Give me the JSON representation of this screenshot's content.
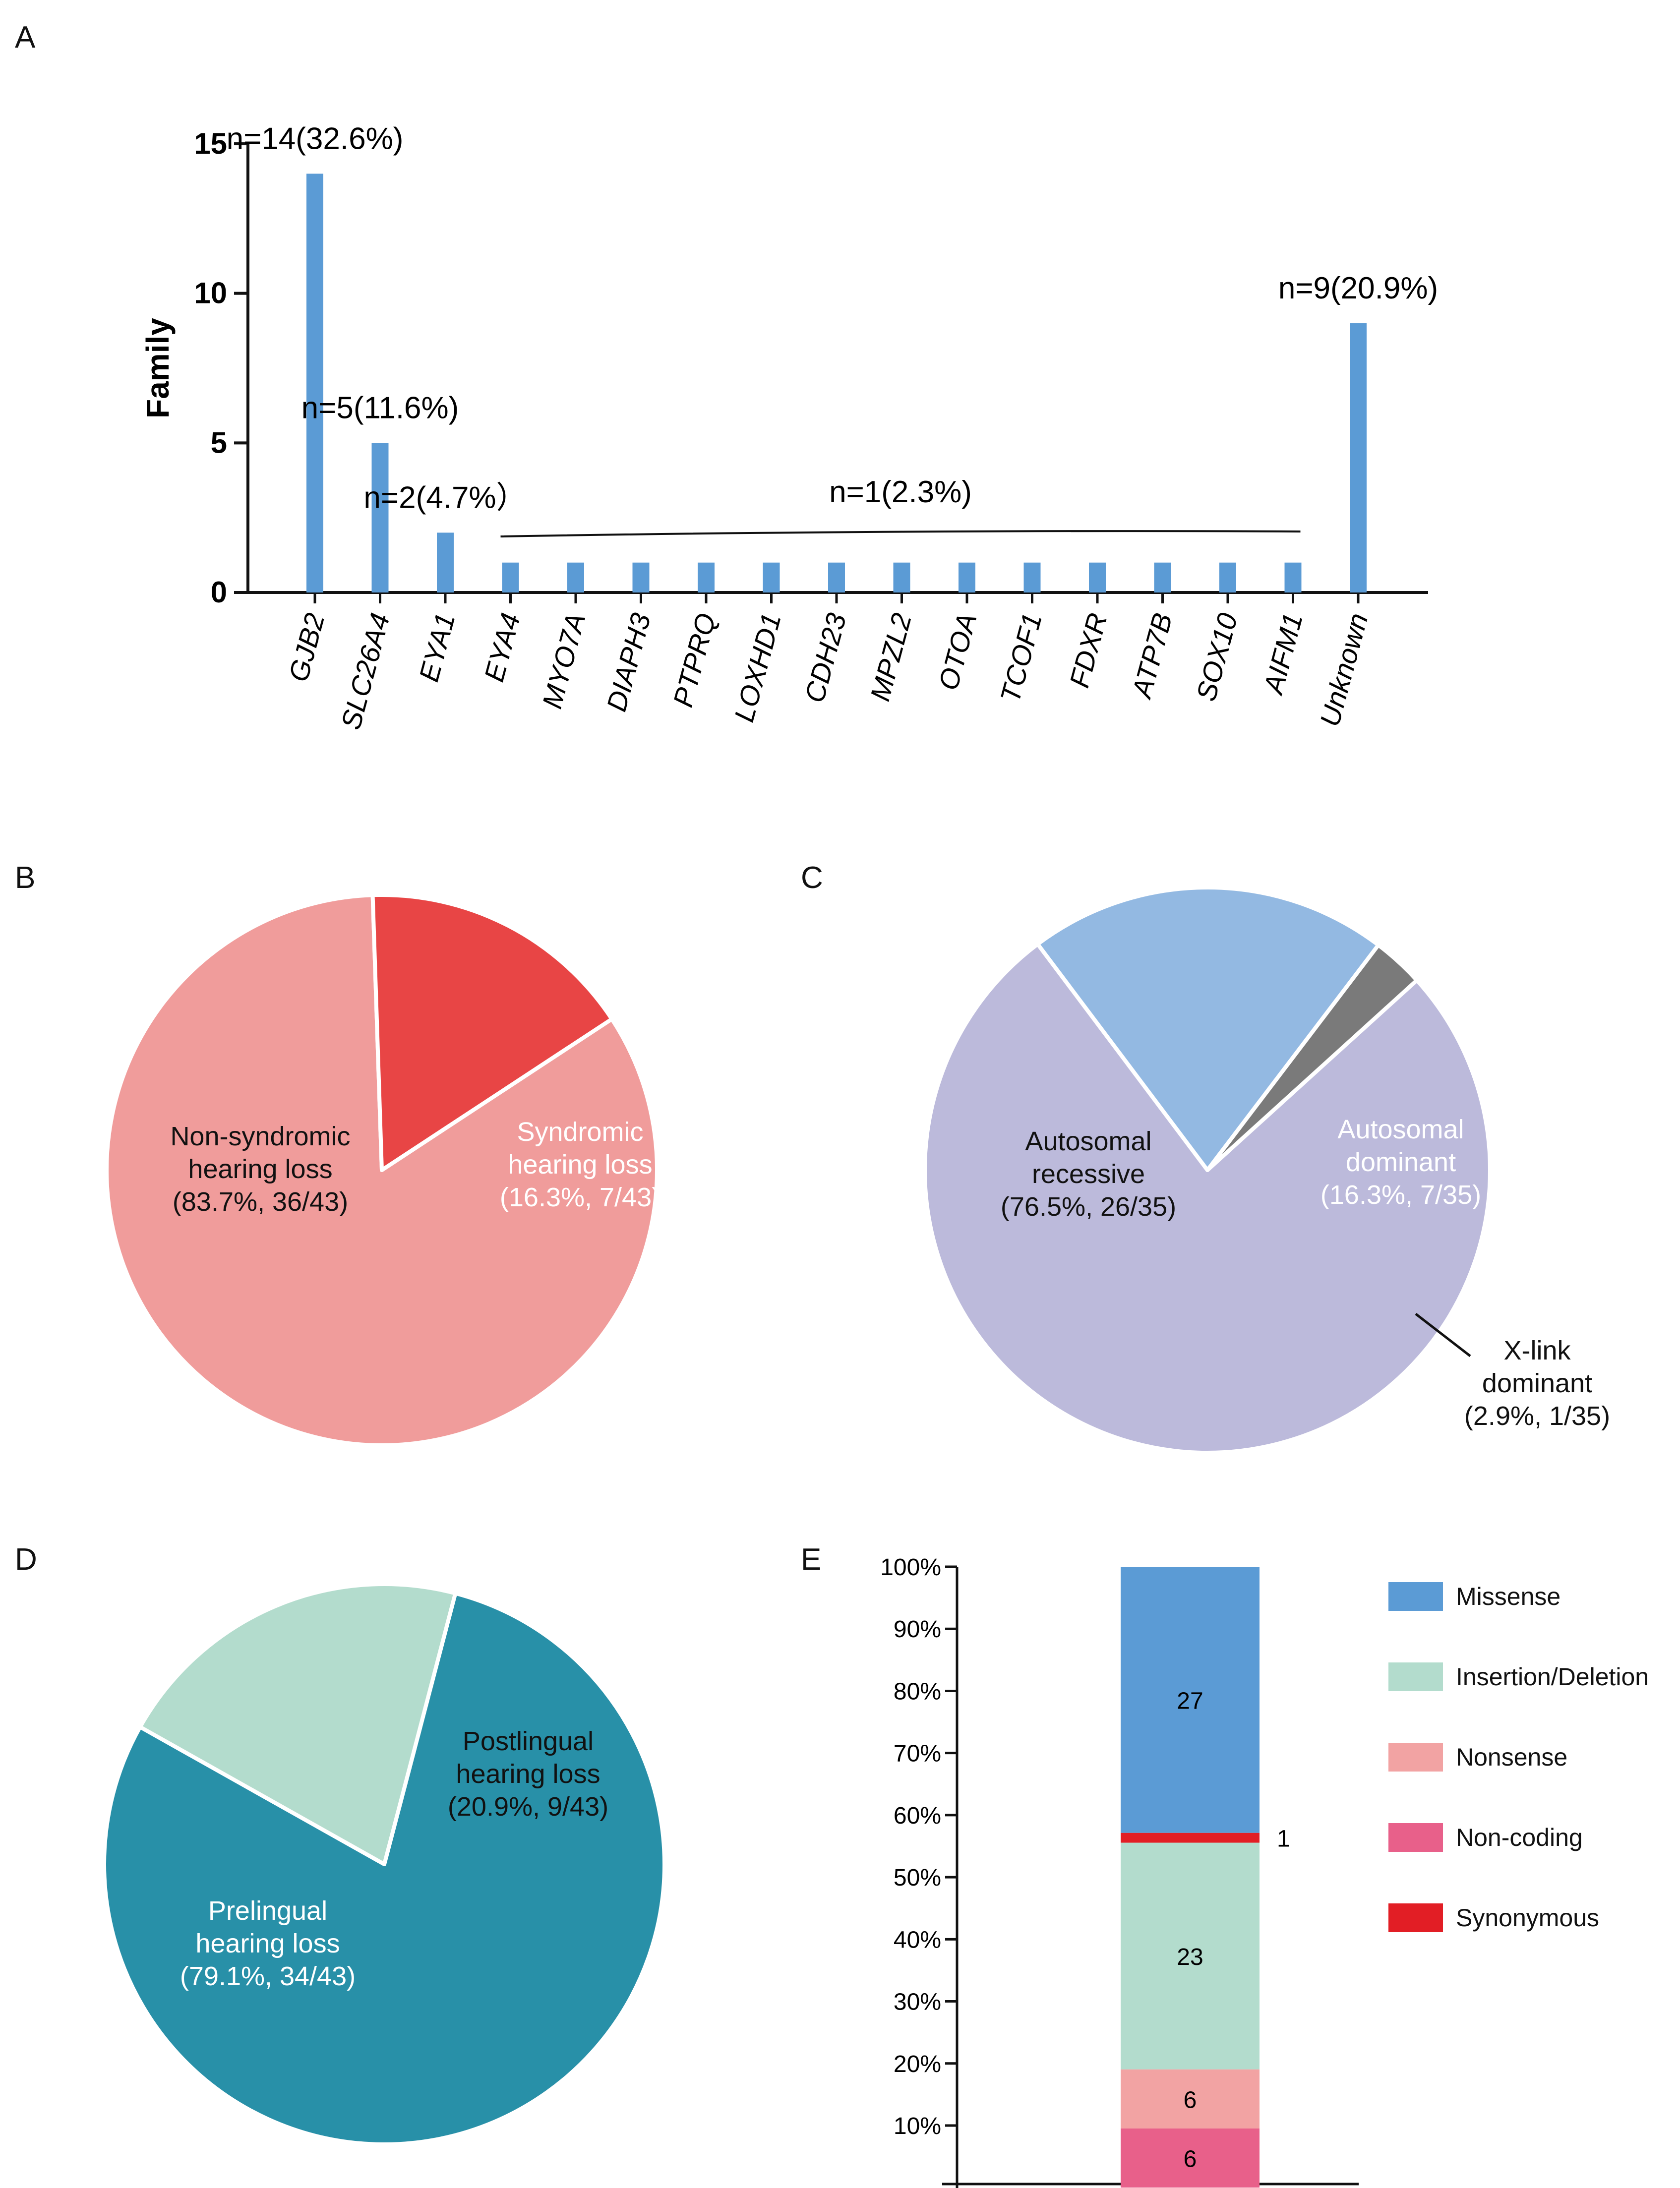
{
  "panels": {
    "A": "A",
    "B": "B",
    "C": "C",
    "D": "D",
    "E": "E"
  },
  "chart_data": [
    {
      "id": "A",
      "type": "bar",
      "ylabel": "Family",
      "ylim": [
        0,
        15
      ],
      "yticks": [
        0,
        5,
        10,
        15
      ],
      "color": "#5b9bd5",
      "categories": [
        "GJB2",
        "SLC26A4",
        "EYA1",
        "EYA4",
        "MYO7A",
        "DIAPH3",
        "PTPRQ",
        "LOXHD1",
        "CDH23",
        "MPZL2",
        "OTOA",
        "TCOF1",
        "FDXR",
        "ATP7B",
        "SOX10",
        "AIFM1",
        "Unknown"
      ],
      "values": [
        14,
        5,
        2,
        1,
        1,
        1,
        1,
        1,
        1,
        1,
        1,
        1,
        1,
        1,
        1,
        1,
        9
      ],
      "annotations": [
        {
          "text": "n=14(32.6%)",
          "category": "GJB2"
        },
        {
          "text": "n=5(11.6%)",
          "category": "SLC26A4"
        },
        {
          "text": "n=2(4.7%）",
          "category": "EYA1"
        },
        {
          "text": "n=1(2.3%)",
          "category_range": [
            "EYA4",
            "AIFM1"
          ]
        },
        {
          "text": "n=9(20.9%)",
          "category": "Unknown"
        }
      ]
    },
    {
      "id": "B",
      "type": "pie",
      "slices": [
        {
          "label": [
            "Non-syndromic",
            "hearing loss",
            "(83.7%, 36/43)"
          ],
          "value": 36,
          "color": "#f09c9b",
          "text_color": "#111111"
        },
        {
          "label": [
            "Syndromic",
            "hearing loss",
            "(16.3%, 7/43)"
          ],
          "value": 7,
          "color": "#e84545",
          "text_color": "#ffffff"
        }
      ]
    },
    {
      "id": "C",
      "type": "pie",
      "slices": [
        {
          "label": [
            "Autosomal",
            "recessive",
            "(76.5%, 26/35)"
          ],
          "value": 26,
          "color": "#bcbadb",
          "text_color": "#111111"
        },
        {
          "label": [
            "Autosomal",
            "dominant",
            "(16.3%, 7/35)"
          ],
          "value": 7,
          "color": "#93b9e2",
          "text_color": "#ffffff"
        },
        {
          "label": [
            "X-link",
            "dominant",
            "(2.9%, 1/35)"
          ],
          "value": 1,
          "color": "#7a7a7a",
          "text_color": "#111111"
        }
      ]
    },
    {
      "id": "D",
      "type": "pie",
      "slices": [
        {
          "label": [
            "Prelingual",
            "hearing loss",
            "(79.1%, 34/43)"
          ],
          "value": 34,
          "color": "#2890a8",
          "text_color": "#ffffff"
        },
        {
          "label": [
            "Postlingual",
            "hearing loss",
            "(20.9%, 9/43)"
          ],
          "value": 9,
          "color": "#b3dccd",
          "text_color": "#111111"
        }
      ]
    },
    {
      "id": "E",
      "type": "bar",
      "stacked": true,
      "percent": true,
      "yticks": [
        "10%",
        "20%",
        "30%",
        "40%",
        "50%",
        "60%",
        "70%",
        "80%",
        "90%",
        "100%"
      ],
      "series": [
        {
          "name": "Non-coding",
          "value": 6,
          "color": "#e8608a",
          "label": "6"
        },
        {
          "name": "Nonsense",
          "value": 6,
          "color": "#f2a3a3",
          "label": "6"
        },
        {
          "name": "Insertion/Deletion",
          "value": 23,
          "color": "#b3dccd",
          "label": "23"
        },
        {
          "name": "Synonymous",
          "value": 1,
          "color": "#e21e25",
          "label": "1"
        },
        {
          "name": "Missense",
          "value": 27,
          "color": "#5b9bd5",
          "label": "27"
        }
      ],
      "legend": [
        "Missense",
        "Insertion/Deletion",
        "Nonsense",
        "Non-coding",
        "Synonymous"
      ],
      "legend_position": "right"
    }
  ]
}
